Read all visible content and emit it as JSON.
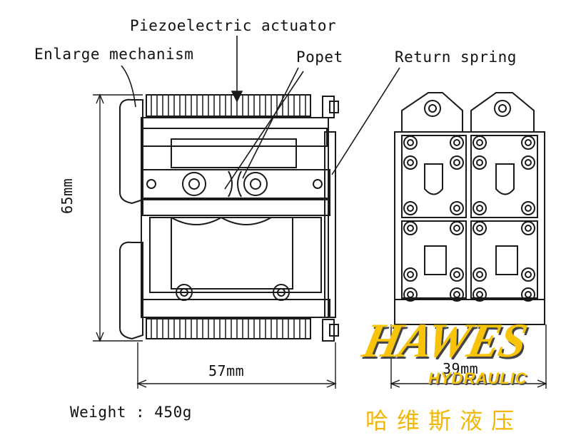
{
  "labels": {
    "piezo": "Piezoelectric actuator",
    "enlarge": "Enlarge mechanism",
    "popet": "Popet",
    "spring": "Return spring"
  },
  "dimensions": {
    "height": "65mm",
    "width": "57mm",
    "width_right": "39mm"
  },
  "weight": "Weight : 450g",
  "watermark": {
    "logo": "HAWES",
    "sub": "HYDRAULIC",
    "chinese": "哈维斯液压"
  }
}
